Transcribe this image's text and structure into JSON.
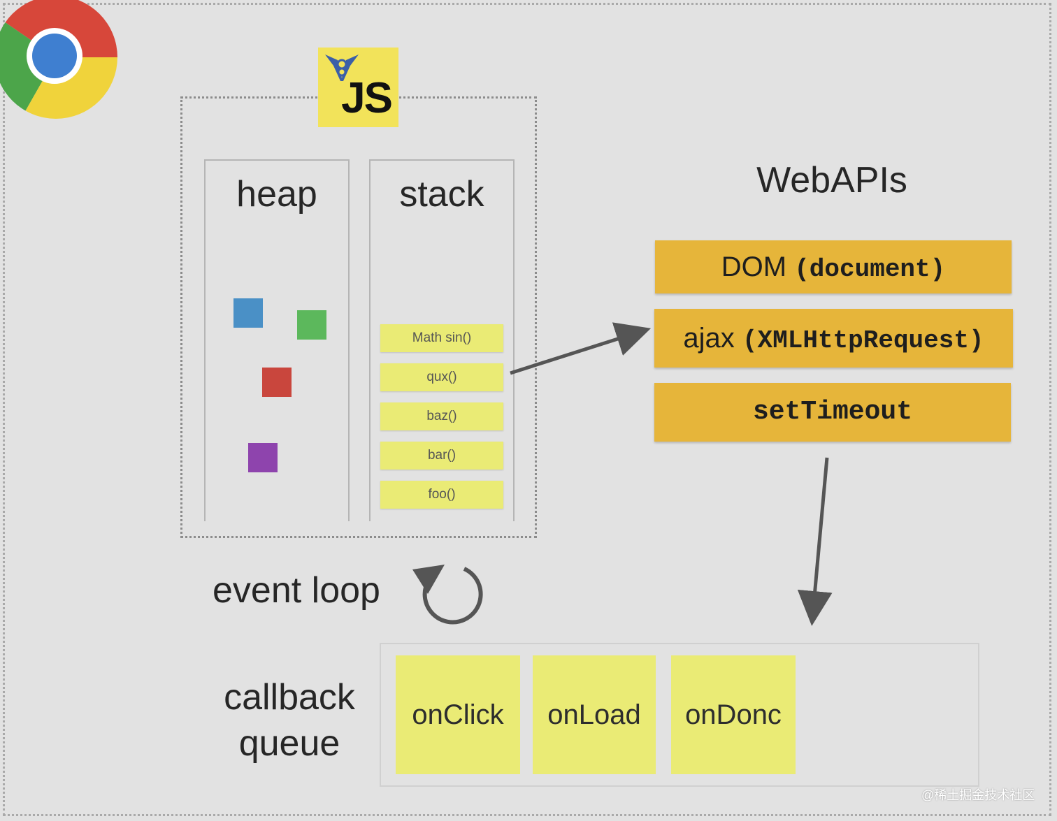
{
  "engine": {
    "logo_text": "JS",
    "heap_label": "heap",
    "stack_label": "stack",
    "stack_frames": [
      "Math sin()",
      "qux()",
      "baz()",
      "bar()",
      "foo()"
    ],
    "heap_object_colors": [
      "#4a90c6",
      "#5cb85c",
      "#c9463d",
      "#8e44ad"
    ]
  },
  "webapis": {
    "title": "WebAPIs",
    "dom_prefix": "DOM",
    "dom_arg": "(document)",
    "ajax_prefix": "ajax",
    "ajax_arg": "(XMLHttpRequest)",
    "timeout": "setTimeout"
  },
  "event_loop": {
    "label": "event loop"
  },
  "callback_queue": {
    "label_line1": "callback",
    "label_line2": "queue",
    "items": [
      "onClick",
      "onLoad",
      "onDonc"
    ]
  },
  "watermark": "@稀土掘金技术社区",
  "colors": {
    "stack_frame": "#eaeb75",
    "webapi_box": "#e6b53a",
    "js_logo": "#f2e35a"
  }
}
